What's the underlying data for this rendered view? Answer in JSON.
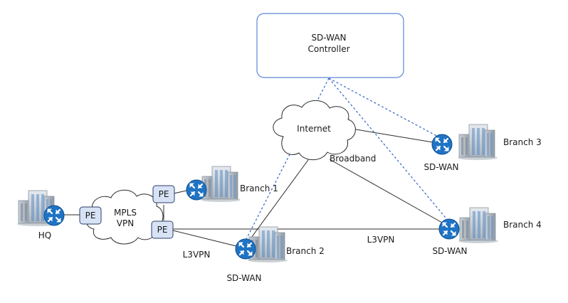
{
  "controller": {
    "line1": "SD-WAN",
    "line2": "Controller"
  },
  "clouds": {
    "internet": "Internet",
    "mpls_line1": "MPLS",
    "mpls_line2": "VPN"
  },
  "links": {
    "broadband": "Broadband",
    "l3vpn_center": "L3VPN",
    "l3vpn_left": "L3VPN"
  },
  "pe": {
    "label": "PE"
  },
  "sites": {
    "hq": "HQ",
    "branch1": "Branch 1",
    "branch2": "Branch 2",
    "branch3": "Branch 3",
    "branch4": "Branch 4"
  },
  "sdwan": {
    "branch2": "SD-WAN",
    "branch3": "SD-WAN",
    "branch4": "SD-WAN"
  },
  "colors": {
    "router": "#1f73c4",
    "controller_border": "#5b87d8",
    "dashed_link": "#2f66c9",
    "pe_fill": "#d7e3f5",
    "pe_border": "#2c3e66",
    "solid_link": "#2b2b2b"
  },
  "icons": {
    "router": "router-icon",
    "building": "building-icon",
    "cloud": "cloud-icon"
  }
}
